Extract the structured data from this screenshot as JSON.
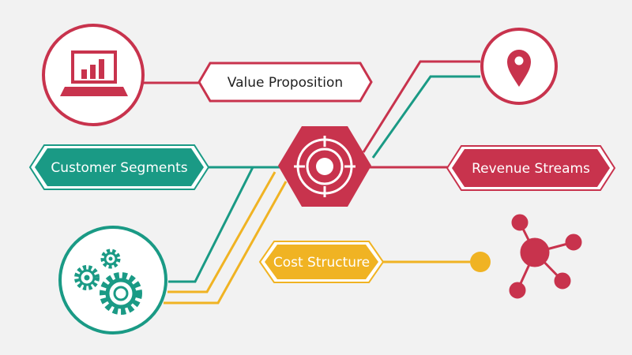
{
  "colors": {
    "crimson": "#c8334d",
    "teal": "#1a9a85",
    "yellow": "#f0b323",
    "background": "#f2f2f2",
    "ink": "#222222"
  },
  "labels": {
    "value_proposition": "Value Proposition",
    "customer_segments": "Customer Segments",
    "revenue_streams": "Revenue Streams",
    "cost_structure": "Cost Structure"
  },
  "icons": {
    "top_left": "laptop-chart-icon",
    "top_right": "location-pin-icon",
    "bottom_left": "gears-icon",
    "bottom_right": "network-molecule-icon",
    "center": "target-icon"
  }
}
